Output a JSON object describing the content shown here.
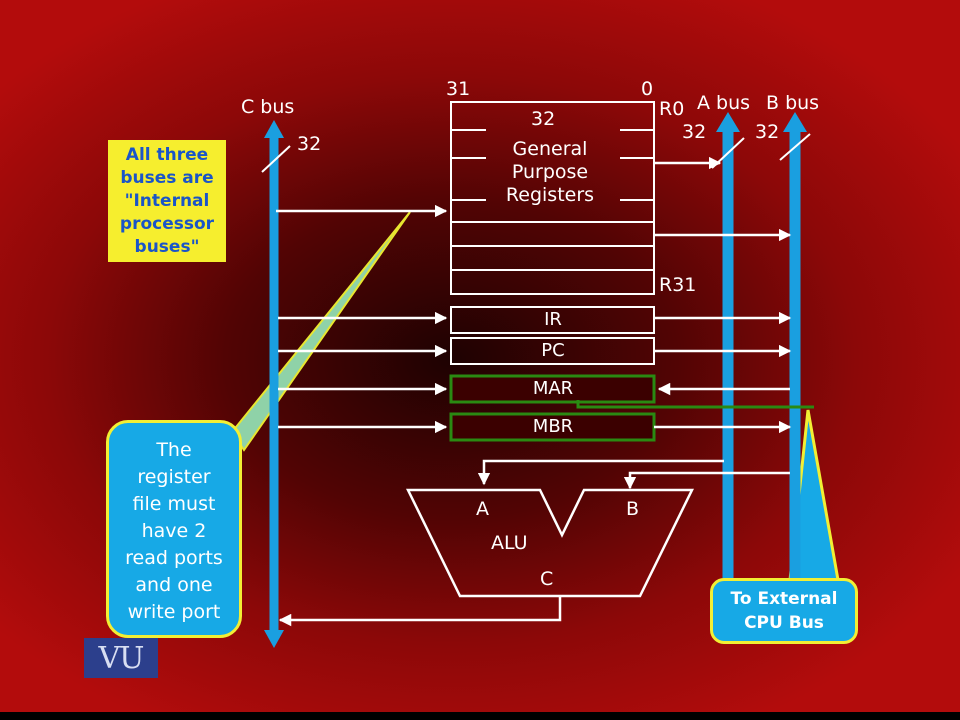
{
  "bus_labels": {
    "c_bus": "C bus",
    "a_bus": "A bus",
    "b_bus": "B bus"
  },
  "bus_widths": {
    "c": "32",
    "a": "32",
    "b": "32"
  },
  "register_file": {
    "bit_high": "31",
    "bit_low": "0",
    "first_reg": "R0",
    "last_reg": "R31",
    "width": "32",
    "name_lines": [
      "General",
      "Purpose",
      "Registers"
    ]
  },
  "registers": {
    "ir": "IR",
    "pc": "PC",
    "mar": "MAR",
    "mbr": "MBR"
  },
  "alu": {
    "name": "ALU",
    "input_a": "A",
    "input_b": "B",
    "output_c": "C"
  },
  "notes": {
    "internal_buses": [
      "All three",
      "buses are",
      "\"Internal",
      "processor",
      "buses\""
    ],
    "register_file": [
      "The",
      "register",
      "file must",
      "have 2",
      "read ports",
      "and one",
      "write port"
    ],
    "external": [
      "To External",
      "CPU Bus"
    ]
  },
  "logo": "VU",
  "colors": {
    "background": "#8c0808",
    "bus": "#1a9fe0",
    "callout_border": "#f2ef34",
    "note_yellow": "#f6ee2e",
    "mar_mbr_border": "#2a8a12"
  }
}
